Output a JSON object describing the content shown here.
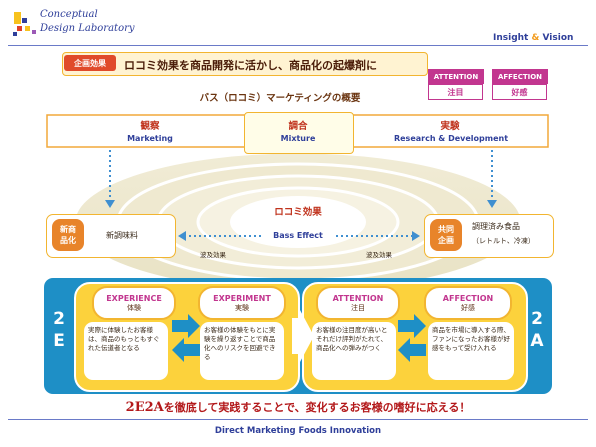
{
  "header": {
    "brand_line1": "Conceptual",
    "brand_line2": "Design Laboratory",
    "insight": "Insight",
    "amp": "&",
    "vision": "Vision",
    "logo_colors": [
      "#f7c21e",
      "#2f3f9a",
      "#e0402a",
      "#9b59b6"
    ]
  },
  "title_bar": {
    "label": "企画効果",
    "text": "ロコミ効果を商品開発に活かし、商品化の起爆剤に"
  },
  "tags": [
    {
      "title": "ATTENTION",
      "sub": "注目"
    },
    {
      "title": "AFFECTION",
      "sub": "好感"
    }
  ],
  "overview_title": "バス（ロコミ）マーケティングの概要",
  "top_row": {
    "left": {
      "jp": "観察",
      "en": "Marketing"
    },
    "center": {
      "jp": "調合",
      "en": "Mixture"
    },
    "right": {
      "jp": "実験",
      "en": "Research & Development"
    }
  },
  "middle": {
    "center_jp": "ロコミ効果",
    "center_en": "Bass Effect",
    "left_badge": "新商\n品化",
    "left_text": "新調味料",
    "right_badge": "共同\n企画",
    "right_text": "調理済み食品",
    "right_sub": "（レトルト、冷凍）",
    "wave_left": "波及効果",
    "wave_right": "波及効果"
  },
  "bottom": {
    "left_letters": "2\nE",
    "right_letters": "2\nA",
    "cards": [
      {
        "en": "EXPERIENCE",
        "jp": "体験",
        "desc": "実際に体験したお客様は、商品のもっともすぐれた伝道者となる"
      },
      {
        "en": "EXPERIMENT",
        "jp": "実験",
        "desc": "お客様の体験をもとに実験を繰り返すことで商品化へのリスクを回避できる"
      },
      {
        "en": "ATTENTION",
        "jp": "注目",
        "desc": "お客様の注目度が高いとそれだけ評判がたれて、商品化への弾みがつく"
      },
      {
        "en": "AFFECTION",
        "jp": "好感",
        "desc": "商品を市場に導入する際、ファンになったお客様が好感をもって受け入れる"
      }
    ]
  },
  "slogan": {
    "brand": "2E2A",
    "rest": "を徹底して実践することで、変化するお客様の嗜好に応える！"
  },
  "footer": "Direct Marketing Foods Innovation"
}
